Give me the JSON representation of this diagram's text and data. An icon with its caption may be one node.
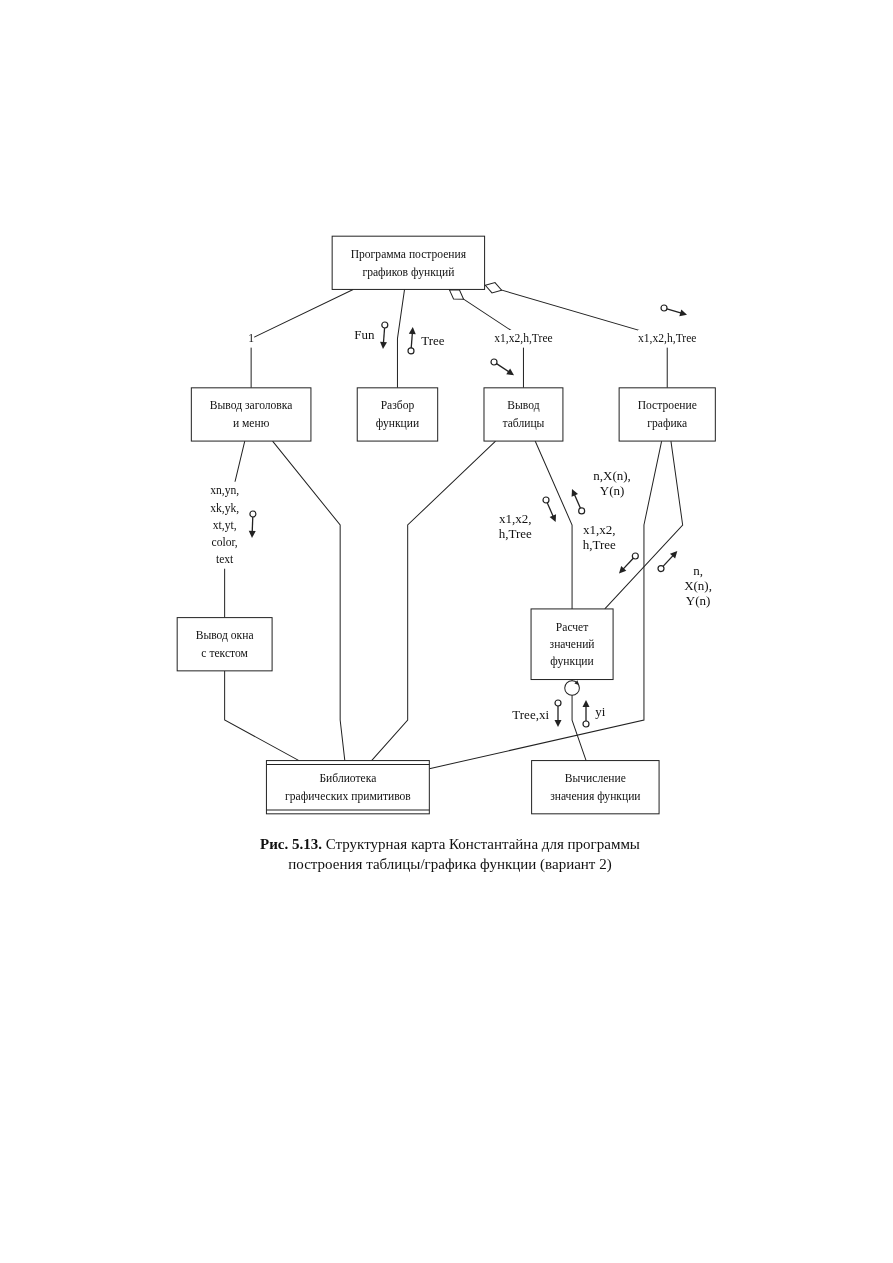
{
  "diagram": {
    "nodes": [
      {
        "text": [
          "Программа построения графиков функций"
        ]
      },
      {
        "text": [
          "Вывод заголовка и меню"
        ]
      },
      {
        "text": [
          "Разбор функции"
        ]
      },
      {
        "text": [
          "Вывод таблицы"
        ]
      },
      {
        "text": [
          "Построение графика"
        ]
      },
      {
        "text": [
          "Вывод окна с текстом"
        ]
      },
      {
        "text": [
          "Расчет значений функции"
        ]
      },
      {
        "text": [
          "Библиотека графических примитивов"
        ]
      },
      {
        "text": [
          "Вычисление значения функции"
        ]
      }
    ],
    "edges": [
      {
        "from": 0,
        "to": 1,
        "arrow": "none",
        "label": "1"
      },
      {
        "from": 0,
        "to": 2,
        "arrow": "none"
      },
      {
        "from": 0,
        "to": 3,
        "arrow": "other",
        "label": "x1,x2,h,Tree"
      },
      {
        "from": 0,
        "to": 4,
        "arrow": "other",
        "label": "x1,x2,h,Tree"
      },
      {
        "from": 1,
        "to": 5,
        "arrow": "none",
        "label": "xn,yn, xk,yk, xt,yt, color, text"
      },
      {
        "from": 1,
        "to": 7,
        "arrow": "none"
      },
      {
        "from": 3,
        "to": 7,
        "arrow": "none"
      },
      {
        "from": 3,
        "to": 6,
        "arrow": "none"
      },
      {
        "from": 4,
        "to": 7,
        "arrow": "none"
      },
      {
        "from": 4,
        "to": 6,
        "arrow": "none"
      },
      {
        "from": 5,
        "to": 7,
        "arrow": "none"
      },
      {
        "from": 6,
        "to": 8,
        "arrow": "other"
      }
    ],
    "labels": [
      "Tree",
      "Fun",
      "n,X(n), Y(n)",
      "x1,x2, h,Tree",
      "x1,x2, h,Tree",
      "n, X(n), Y(n)",
      "Tree,xi",
      "yi"
    ],
    "caption": "**Рис. 5.13.** Структурная карта Константайна для программы построения таблицы/графика функции (вариант 2)"
  }
}
